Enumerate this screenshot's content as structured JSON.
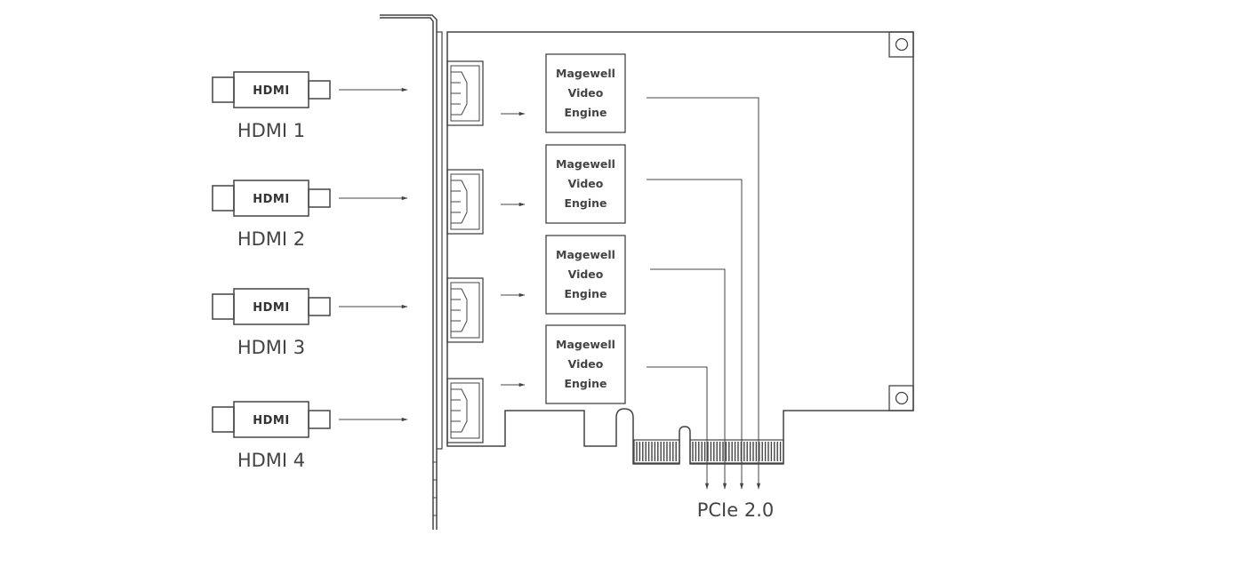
{
  "inputs": [
    {
      "label": "HDMI 1",
      "logo": "HDMI"
    },
    {
      "label": "HDMI 2",
      "logo": "HDMI"
    },
    {
      "label": "HDMI 3",
      "logo": "HDMI"
    },
    {
      "label": "HDMI 4",
      "logo": "HDMI"
    }
  ],
  "engines": [
    {
      "line1": "Magewell",
      "line2": "Video",
      "line3": "Engine"
    },
    {
      "line1": "Magewell",
      "line2": "Video",
      "line3": "Engine"
    },
    {
      "line1": "Magewell",
      "line2": "Video",
      "line3": "Engine"
    },
    {
      "line1": "Magewell",
      "line2": "Video",
      "line3": "Engine"
    }
  ],
  "bus_label": "PCIe 2.0",
  "colors": {
    "line": "#444444",
    "background": "#ffffff"
  }
}
